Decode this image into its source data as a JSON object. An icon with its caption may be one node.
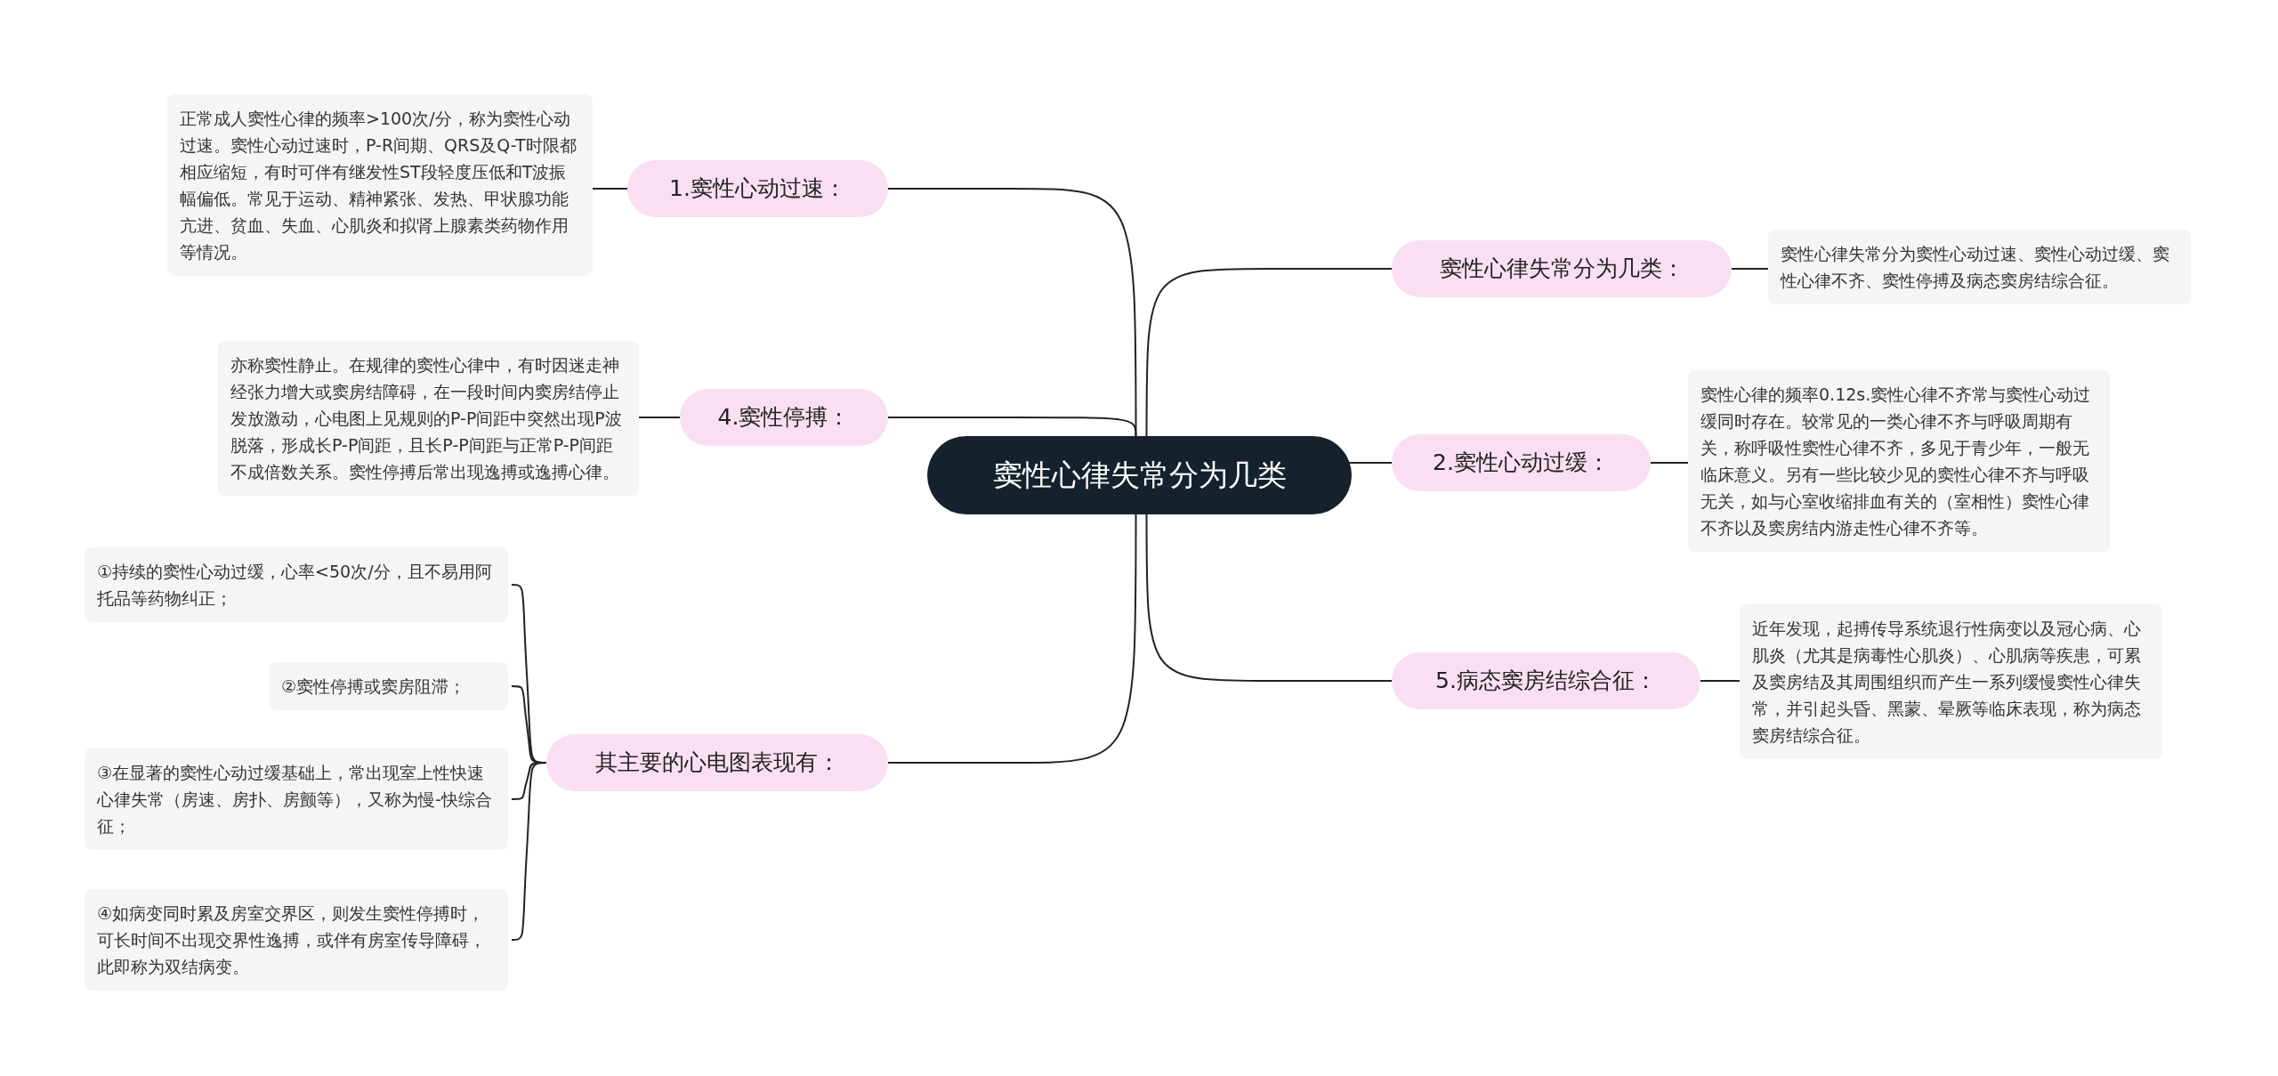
{
  "diagram": {
    "nodes": [
      {
        "text": [
          "窦性心律失常分为几类"
        ]
      },
      {
        "text": [
          "1.窦性心动过速："
        ]
      },
      {
        "text": [
          "正常成人窦性心律的频率>100次/分，称为窦性心动过速。窦性心动过速时，P-R间期、QRS及Q-T时限都相应缩短，有时可伴有继发性ST段轻度压低和T波振幅偏低。常见于运动、精神紧张、发热、甲状腺功能亢进、贫血、失血、心肌炎和拟肾上腺素类药物作用等情况。"
        ]
      },
      {
        "text": [
          "4.窦性停搏："
        ]
      },
      {
        "text": [
          "亦称窦性静止。在规律的窦性心律中，有时因迷走神经张力增大或窦房结障碍，在一段时间内窦房结停止发放激动，心电图上见规则的P-P间距中突然出现P波脱落，形成长P-P间距，且长P-P间距与正常P-P间距不成倍数关系。窦性停搏后常出现逸搏或逸搏心律。"
        ]
      },
      {
        "text": [
          "其主要的心电图表现有："
        ]
      },
      {
        "text": [
          "①持续的窦性心动过缓，心率<50次/分，且不易用阿托品等药物纠正；"
        ]
      },
      {
        "text": [
          "②窦性停搏或窦房阻滞；"
        ]
      },
      {
        "text": [
          "③在显著的窦性心动过缓基础上，常出现室上性快速心律失常（房速、房扑、房颤等），又称为慢-快综合征；"
        ]
      },
      {
        "text": [
          "④如病变同时累及房室交界区，则发生窦性停搏时，可长时间不出现交界性逸搏，或伴有房室传导障碍，此即称为双结病变。"
        ]
      },
      {
        "text": [
          "窦性心律失常分为几类："
        ]
      },
      {
        "text": [
          "窦性心律失常分为窦性心动过速、窦性心动过缓、窦性心律不齐、窦性停搏及病态窦房结综合征。"
        ]
      },
      {
        "text": [
          "2.窦性心动过缓："
        ]
      },
      {
        "text": [
          "窦性心律的频率0.12s.窦性心律不齐常与窦性心动过缓同时存在。较常见的一类心律不齐与呼吸周期有关，称呼吸性窦性心律不齐，多见于青少年，一般无临床意义。另有一些比较少见的窦性心律不齐与呼吸无关，如与心室收缩排血有关的（室相性）窦性心律不齐以及窦房结内游走性心律不齐等。"
        ]
      },
      {
        "text": [
          "5.病态窦房结综合征："
        ]
      },
      {
        "text": [
          "近年发现，起搏传导系统退行性病变以及冠心病、心肌炎（尤其是病毒性心肌炎）、心肌病等疾患，可累及窦房结及其周围组织而产生一系列缓慢窦性心律失常，并引起头昏、黑蒙、晕厥等临床表现，称为病态窦房结综合征。"
        ]
      }
    ],
    "edges": [
      {
        "from": 0,
        "to": 1,
        "arrow": "none"
      },
      {
        "from": 1,
        "to": 2,
        "arrow": "none"
      },
      {
        "from": 0,
        "to": 3,
        "arrow": "none"
      },
      {
        "from": 3,
        "to": 4,
        "arrow": "none"
      },
      {
        "from": 0,
        "to": 5,
        "arrow": "none"
      },
      {
        "from": 5,
        "to": 6,
        "arrow": "none"
      },
      {
        "from": 5,
        "to": 7,
        "arrow": "none"
      },
      {
        "from": 5,
        "to": 8,
        "arrow": "none"
      },
      {
        "from": 5,
        "to": 9,
        "arrow": "none"
      },
      {
        "from": 0,
        "to": 10,
        "arrow": "none"
      },
      {
        "from": 10,
        "to": 11,
        "arrow": "none"
      },
      {
        "from": 0,
        "to": 12,
        "arrow": "none"
      },
      {
        "from": 12,
        "to": 13,
        "arrow": "none"
      },
      {
        "from": 0,
        "to": 14,
        "arrow": "none"
      },
      {
        "from": 14,
        "to": 15,
        "arrow": "none"
      }
    ]
  }
}
